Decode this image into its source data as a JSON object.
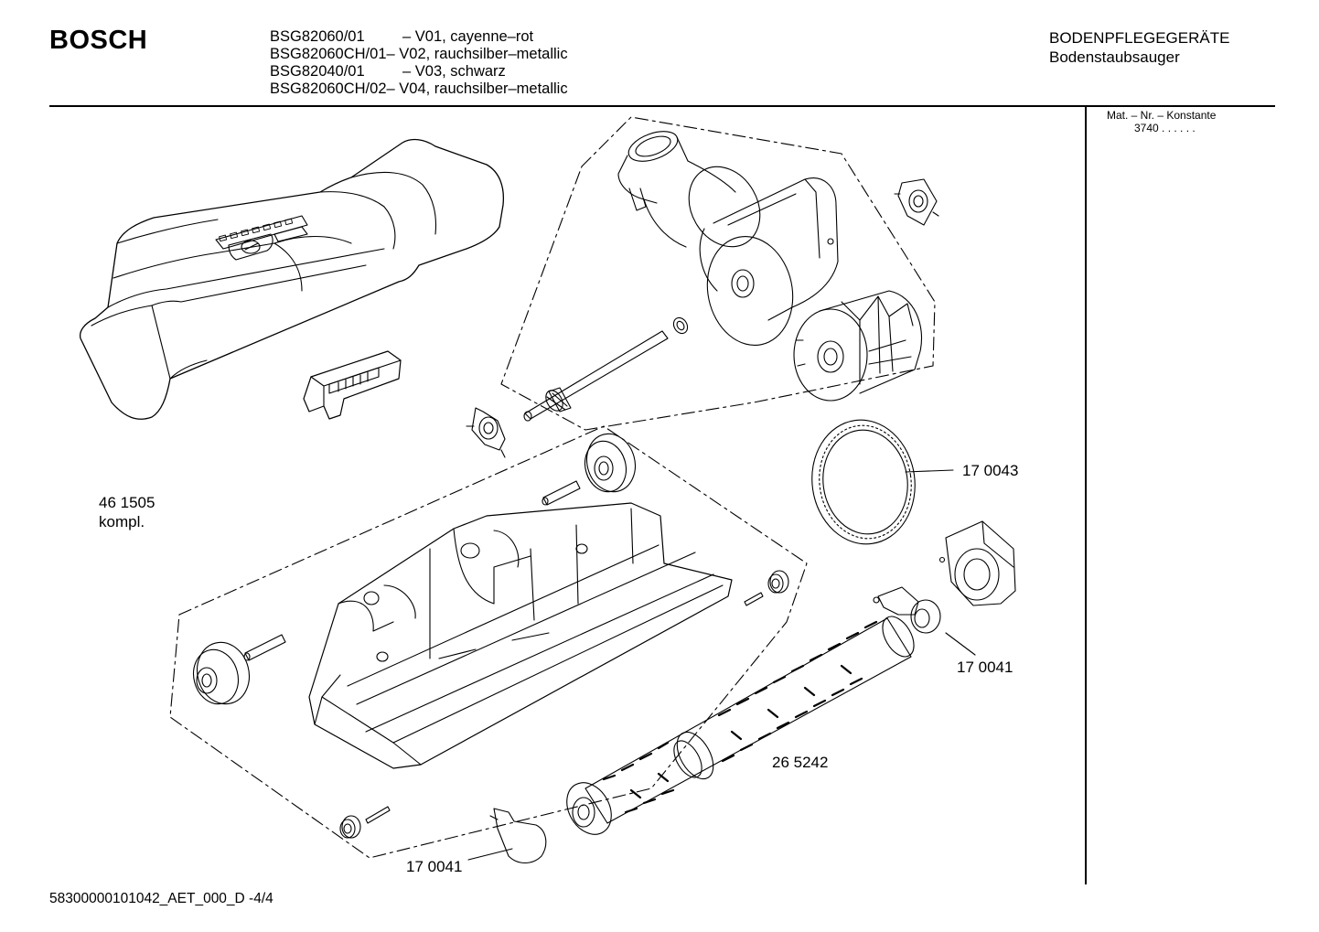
{
  "header": {
    "brand": "BOSCH",
    "models": [
      {
        "code": "BSG82060/01",
        "variant": "– V01, cayenne–rot"
      },
      {
        "code": "BSG82060CH/01",
        "variant": "– V02, rauchsilber–metallic"
      },
      {
        "code": "BSG82040/01",
        "variant": "– V03, schwarz"
      },
      {
        "code": "BSG82060CH/02",
        "variant": "– V04, rauchsilber–metallic"
      }
    ],
    "category": "BODENPFLEGEGERÄTE",
    "subcategory": "Bodenstaubsauger"
  },
  "sidebar": {
    "matnr_heading": "Mat. – Nr. – Konstante",
    "matnr_value": "3740 . . . . . ."
  },
  "parts": {
    "assembly_number": "46 1505",
    "assembly_note": "kompl.",
    "belt": "17 0043",
    "end_cap_right": "17 0041",
    "brush_roll": "26 5242",
    "end_cap_left": "17 0041"
  },
  "footer": {
    "doc_id": "58300000101042_AET_000_D  -4/4"
  }
}
